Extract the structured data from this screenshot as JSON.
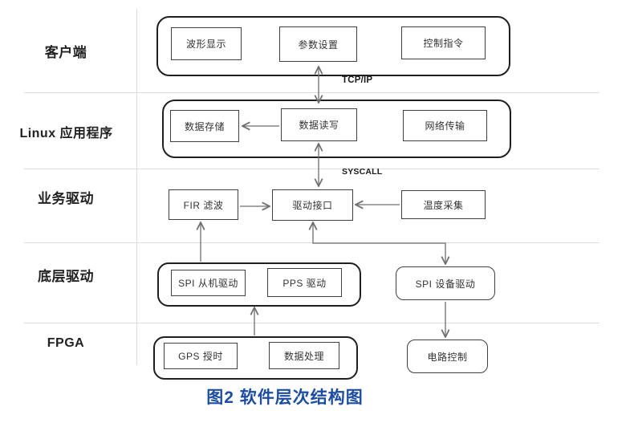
{
  "colors": {
    "caption_blue": "#1c4da1",
    "container_border": "#1f1f1f",
    "box_border": "#3f3f3f",
    "arrow_gray": "#6e6e6e",
    "divider_gray": "#dcdcdc",
    "background": "#ffffff"
  },
  "layers": [
    {
      "label": "客户端"
    },
    {
      "label": "Linux 应用程序"
    },
    {
      "label": "业务驱动"
    },
    {
      "label": "底层驱动"
    },
    {
      "label": "FPGA"
    }
  ],
  "nodes": {
    "waveform_display": "波形显示",
    "param_setting": "参数设置",
    "control_command": "控制指令",
    "data_storage": "数据存储",
    "data_rw": "数据读写",
    "network_transfer": "网络传输",
    "fir_filter": "FIR 滤波",
    "driver_interface": "驱动接口",
    "temp_collection": "温度采集",
    "spi_slave_driver": "SPI 从机驱动",
    "pps_driver": "PPS 驱动",
    "spi_device_driver": "SPI 设备驱动",
    "gps_timing": "GPS 授时",
    "data_processing": "数据处理",
    "circuit_control": "电路控制"
  },
  "connection_labels": {
    "tcp_ip": "TCP/IP",
    "syscall": "SYSCALL"
  },
  "caption": "图2 软件层次结构图"
}
